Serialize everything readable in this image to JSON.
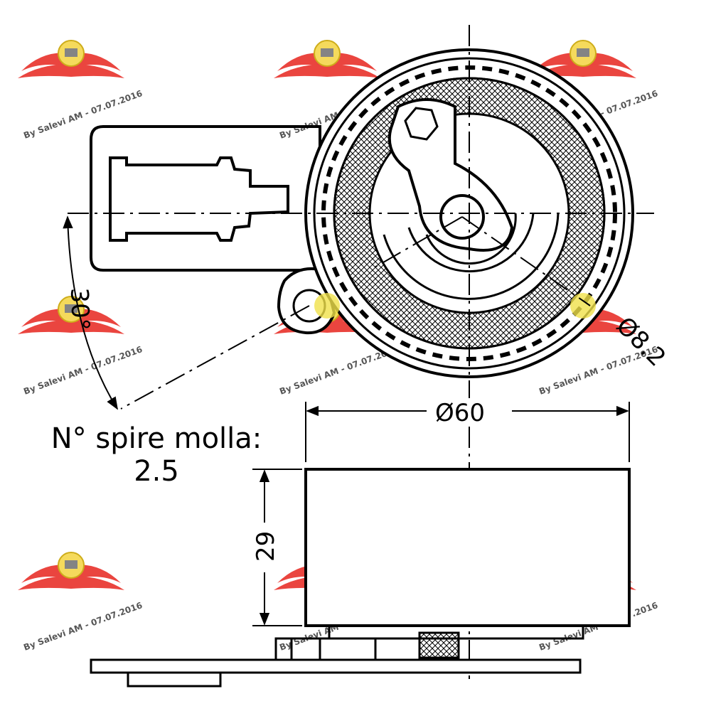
{
  "dimensions": {
    "diameter": "Ø60",
    "height": "29",
    "hole_diameter": "Ø8.2",
    "angle": "30°"
  },
  "note": {
    "line1": "N° spire molla:",
    "line2": "2.5"
  },
  "watermark": {
    "text": "By Salevi AM - 07.07.2016",
    "logo": "winged-wheel-logo",
    "color": "#e8302a"
  }
}
